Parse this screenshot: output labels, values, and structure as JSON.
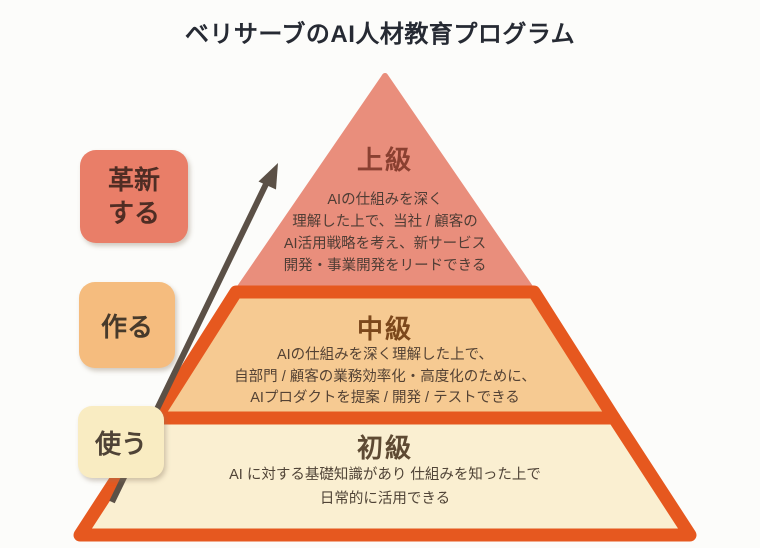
{
  "title": "ベリサーブのAI人材教育プログラム",
  "colors": {
    "background": "#fcfcfa",
    "title_text": "#262a33",
    "pyramid_border": "#e6581f",
    "level_top_fill": "#e98e7c",
    "level_top_heading_text": "#8a4031",
    "level_top_body_text": "#4f3d35",
    "level_mid_fill": "#f6ca92",
    "level_mid_heading_text": "#7c481c",
    "level_mid_body_text": "#544234",
    "level_bottom_fill": "#faefd1",
    "level_bottom_heading_text": "#5e4a33",
    "level_bottom_body_text": "#504437",
    "arrow": "#5b5046",
    "badge_innovate_bg": "#e97e68",
    "badge_innovate_text": "#4f2d24",
    "badge_create_bg": "#f5bc7e",
    "badge_create_text": "#473a2b",
    "badge_use_bg": "#f9ecc2",
    "badge_use_text": "#4f4336"
  },
  "left_labels": [
    {
      "label": "革新\nする"
    },
    {
      "label": "作る"
    },
    {
      "label": "使う"
    }
  ],
  "pyramid_levels": [
    {
      "heading": "上級",
      "lines": [
        "AIの仕組みを深く",
        "理解した上で、当社 / 顧客の",
        "AI活用戦略を考え、新サービス",
        "開発・事業開発をリードできる"
      ]
    },
    {
      "heading": "中級",
      "lines": [
        "AIの仕組みを深く理解した上で、",
        "自部門 / 顧客の業務効率化・高度化のために、",
        "AIプロダクトを提案 / 開発 / テストできる"
      ]
    },
    {
      "heading": "初級",
      "lines": [
        "AI に対する基礎知識があり 仕組みを知った上で",
        "日常的に活用できる"
      ]
    }
  ]
}
